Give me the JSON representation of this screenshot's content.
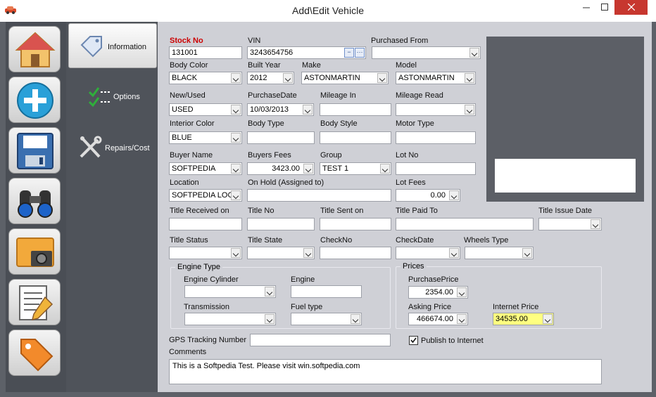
{
  "window": {
    "title": "Add\\Edit Vehicle"
  },
  "toolbar": {
    "items": [
      "home-icon",
      "add-icon",
      "save-icon",
      "binoculars-icon",
      "camera-icon",
      "report-icon",
      "tag-icon"
    ]
  },
  "nav": {
    "information": "Information",
    "options": "Options",
    "repairs": "Repairs/Cost"
  },
  "fields": {
    "stock_no": {
      "label": "Stock No",
      "value": "131001"
    },
    "vin": {
      "label": "VIN",
      "value": "3243654756"
    },
    "purchased_from": {
      "label": "Purchased From",
      "value": ""
    },
    "body_color": {
      "label": "Body Color",
      "value": "BLACK"
    },
    "built_year": {
      "label": "Built Year",
      "value": "2012"
    },
    "make": {
      "label": "Make",
      "value": "ASTONMARTIN"
    },
    "model": {
      "label": "Model",
      "value": "ASTONMARTIN"
    },
    "new_used": {
      "label": "New/Used",
      "value": "USED"
    },
    "purchase_date": {
      "label": "PurchaseDate",
      "value": "10/03/2013"
    },
    "mileage_in": {
      "label": "Mileage In",
      "value": ""
    },
    "mileage_read": {
      "label": "Mileage Read",
      "value": ""
    },
    "interior_color": {
      "label": "Interior Color",
      "value": "BLUE"
    },
    "body_type": {
      "label": "Body Type",
      "value": ""
    },
    "body_style": {
      "label": "Body Style",
      "value": ""
    },
    "motor_type": {
      "label": "Motor Type",
      "value": ""
    },
    "buyer_name": {
      "label": "Buyer Name",
      "value": "SOFTPEDIA"
    },
    "buyers_fees": {
      "label": "Buyers Fees",
      "value": "3423.00"
    },
    "group": {
      "label": "Group",
      "value": "TEST 1"
    },
    "lot_no": {
      "label": "Lot No",
      "value": ""
    },
    "location": {
      "label": "Location",
      "value": "SOFTPEDIA LOCA"
    },
    "on_hold": {
      "label": "On Hold (Assigned to)",
      "value": ""
    },
    "lot_fees": {
      "label": "Lot Fees",
      "value": "0.00"
    },
    "title_received_on": {
      "label": "Title Received on",
      "value": ""
    },
    "title_no": {
      "label": "Title No",
      "value": ""
    },
    "title_sent_on": {
      "label": "Title Sent on",
      "value": ""
    },
    "title_paid_to": {
      "label": "Title Paid To",
      "value": ""
    },
    "title_issue_date": {
      "label": "Title Issue Date",
      "value": ""
    },
    "title_status": {
      "label": "Title Status",
      "value": ""
    },
    "title_state": {
      "label": "Title State",
      "value": ""
    },
    "check_no": {
      "label": "CheckNo",
      "value": ""
    },
    "check_date": {
      "label": "CheckDate",
      "value": ""
    },
    "wheels_type": {
      "label": "Wheels Type",
      "value": ""
    },
    "gps_tracking": {
      "label": "GPS Tracking Number",
      "value": ""
    },
    "comments": {
      "label": "Comments",
      "value": "This is a Softpedia Test. Please visit win.softpedia.com"
    }
  },
  "engine": {
    "legend": "Engine Type",
    "cylinder": {
      "label": "Engine Cylinder",
      "value": ""
    },
    "engine": {
      "label": "Engine",
      "value": ""
    },
    "transmission": {
      "label": "Transmission",
      "value": ""
    },
    "fuel": {
      "label": "Fuel type",
      "value": ""
    }
  },
  "prices": {
    "legend": "Prices",
    "purchase": {
      "label": "PurchasePrice",
      "value": "2354.00"
    },
    "asking": {
      "label": "Asking Price",
      "value": "466674.00"
    },
    "internet": {
      "label": "Internet Price",
      "value": "34535.00"
    }
  },
  "publish": {
    "label": "Publish to Internet",
    "checked": true
  },
  "colors": {
    "highlight": "#ffff80",
    "required_label": "#cc0000",
    "close": "#c7372f"
  }
}
